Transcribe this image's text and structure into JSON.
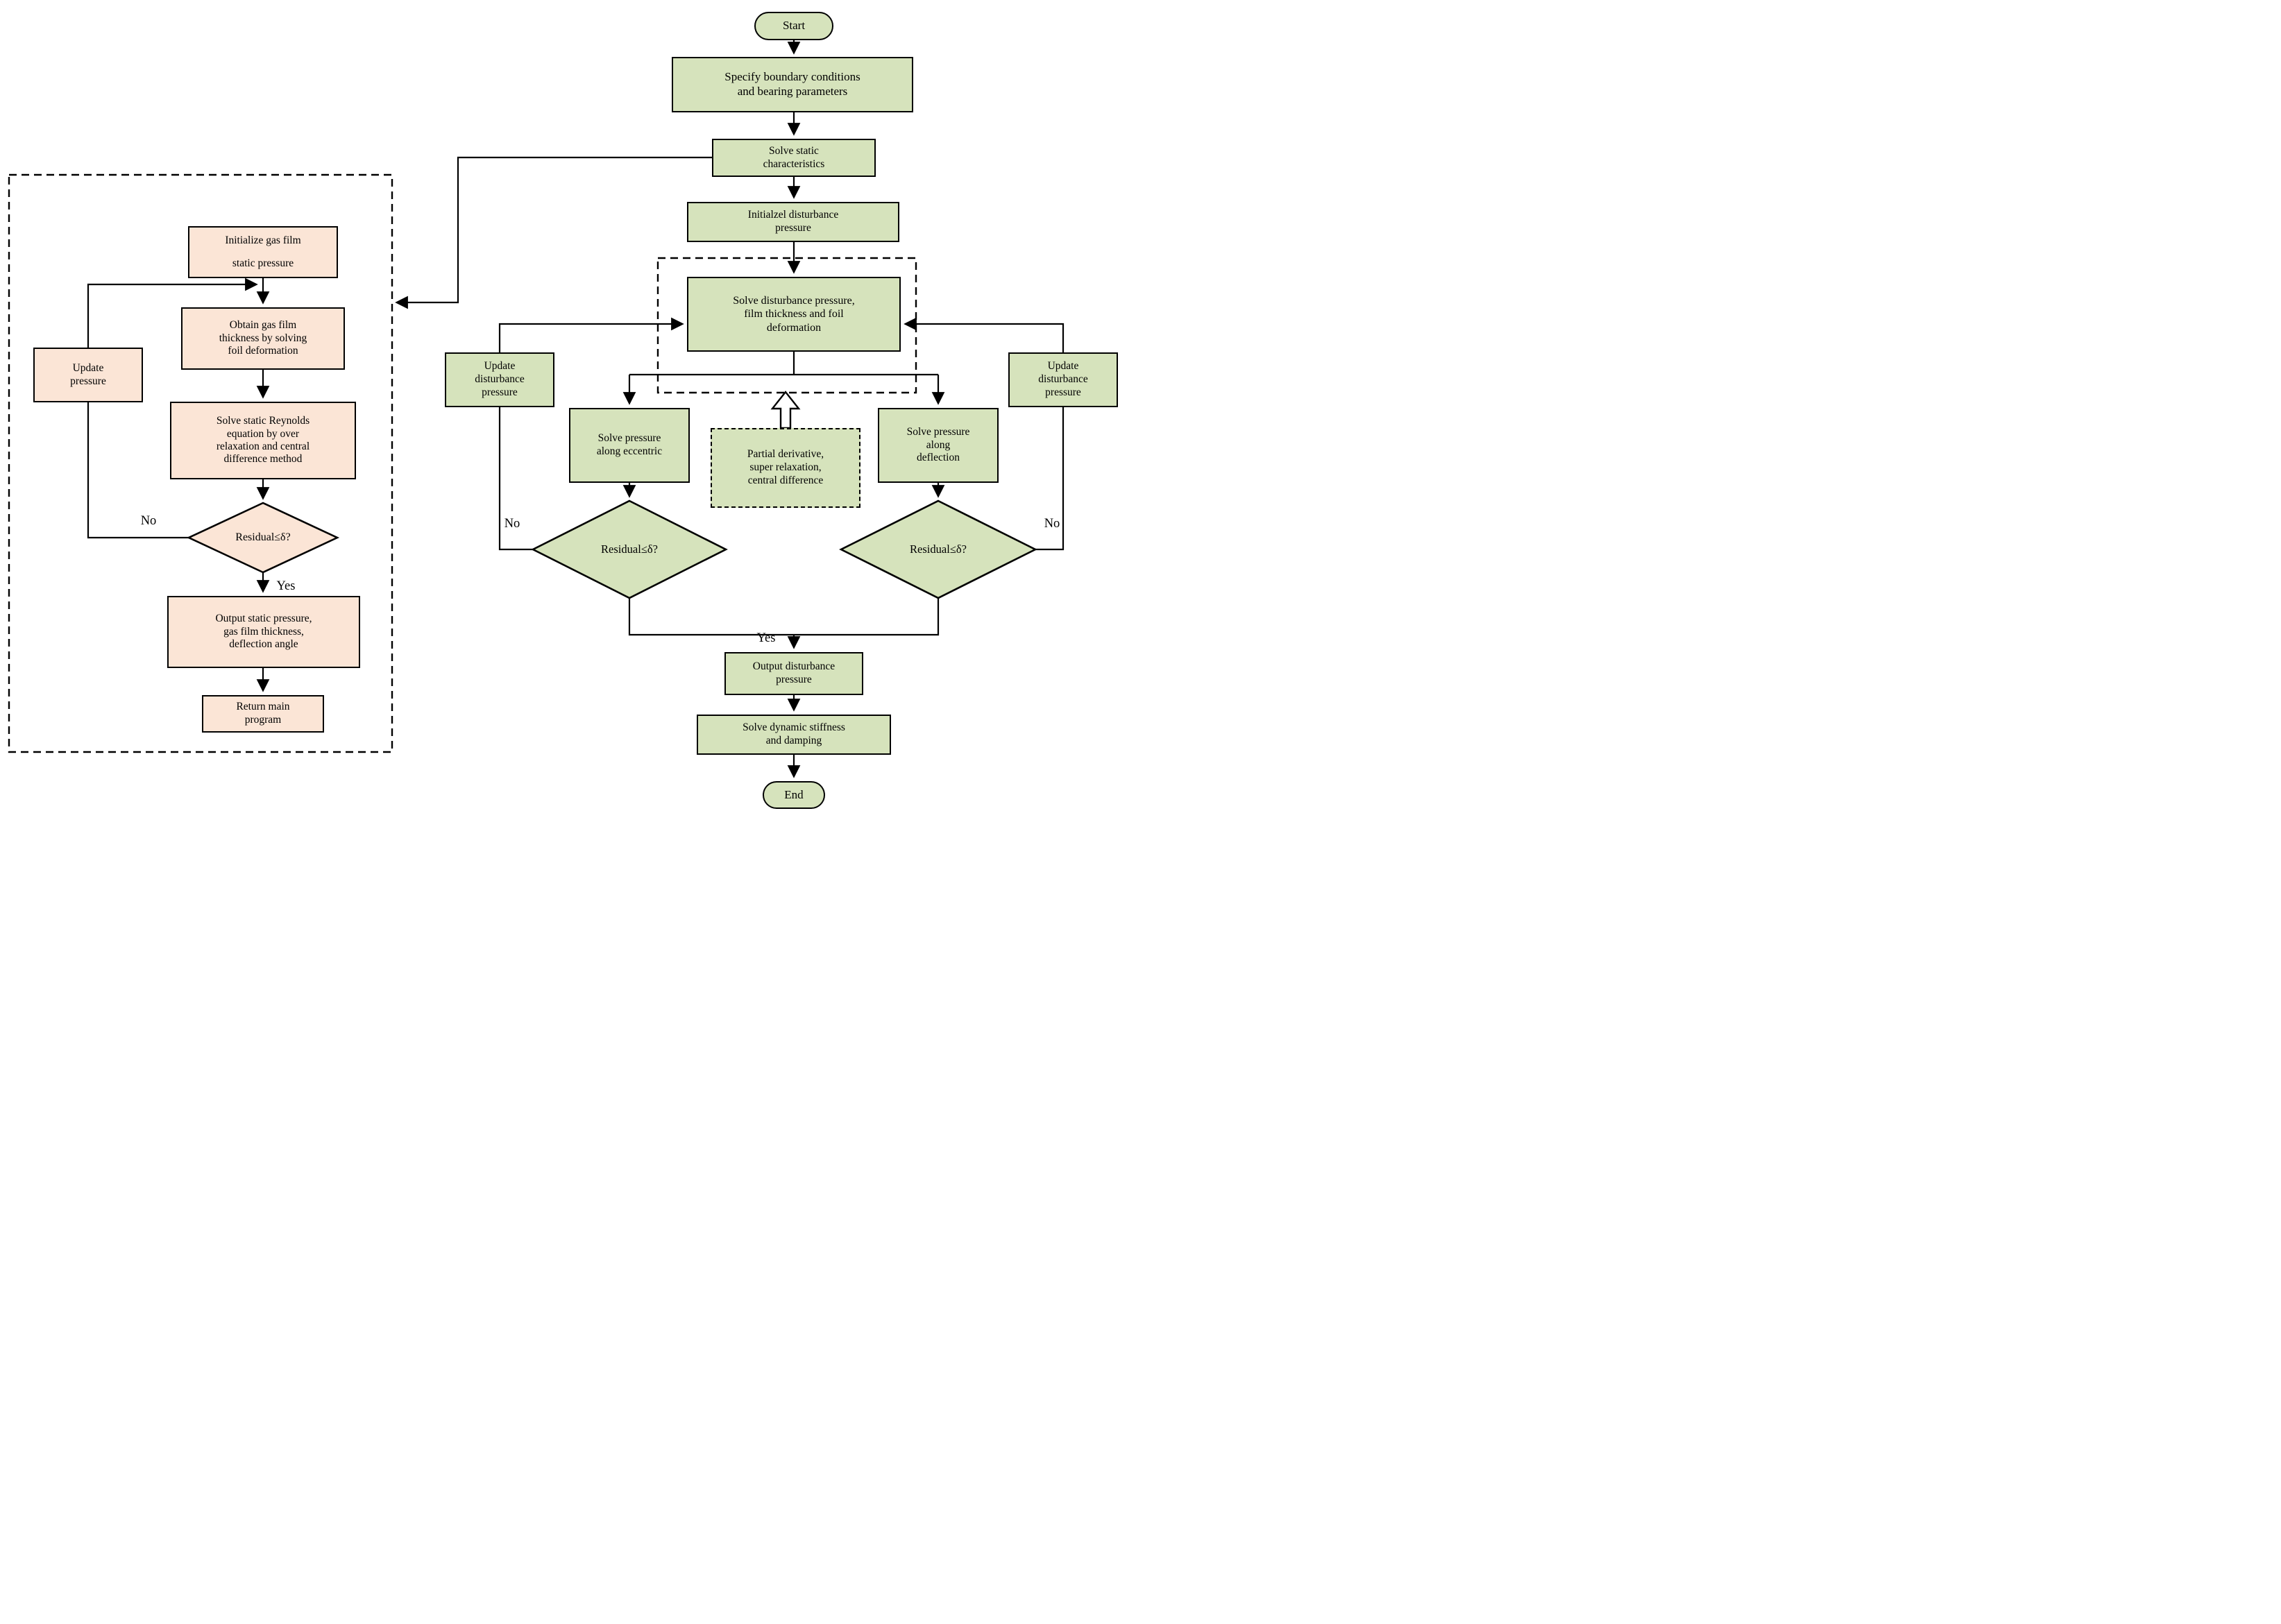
{
  "diagram": {
    "type": "flowchart",
    "colors": {
      "main_flow_fill": "#d6e3bc",
      "subroutine_fill": "#fbe5d6",
      "line": "#000000",
      "background": "#ffffff"
    },
    "edge_labels": {
      "yes": "Yes",
      "no": "No"
    },
    "main_flow": {
      "start": "Start",
      "specify": "Specify boundary conditions\nand bearing parameters",
      "solve_static": "Solve static\ncharacteristics",
      "init_disturbance": "Initialzel disturbance\npressure",
      "solve_disturbance": "Solve disturbance pressure,\nfilm thickness and foil\ndeformation",
      "update_disturbance_left": "Update\ndisturbance\npressure",
      "update_disturbance_right": "Update\ndisturbance\npressure",
      "solve_eccentric": "Solve pressure\nalong eccentric",
      "partial_derivative": "Partial derivative,\nsuper relaxation,\ncentral difference",
      "solve_deflection": "Solve pressure\nalong\ndeflection",
      "residual_left": "Residual≤δ?",
      "residual_right": "Residual≤δ?",
      "output_disturbance": "Output disturbance\npressure",
      "solve_dynamic": "Solve dynamic stiffness\nand damping",
      "end": "End"
    },
    "subroutine_flow": {
      "init_static": "Initialize gas film\nstatic pressure",
      "obtain_thickness": "Obtain gas film\nthickness by solving\nfoil deformation",
      "update_pressure": "Update\npressure",
      "solve_reynolds": "Solve static Reynolds\nequation by over\nrelaxation and central\ndifference method",
      "residual": "Residual≤δ?",
      "output_static": "Output static pressure,\ngas film thickness,\ndeflection angle",
      "return_main": "Return main\nprogram"
    }
  }
}
